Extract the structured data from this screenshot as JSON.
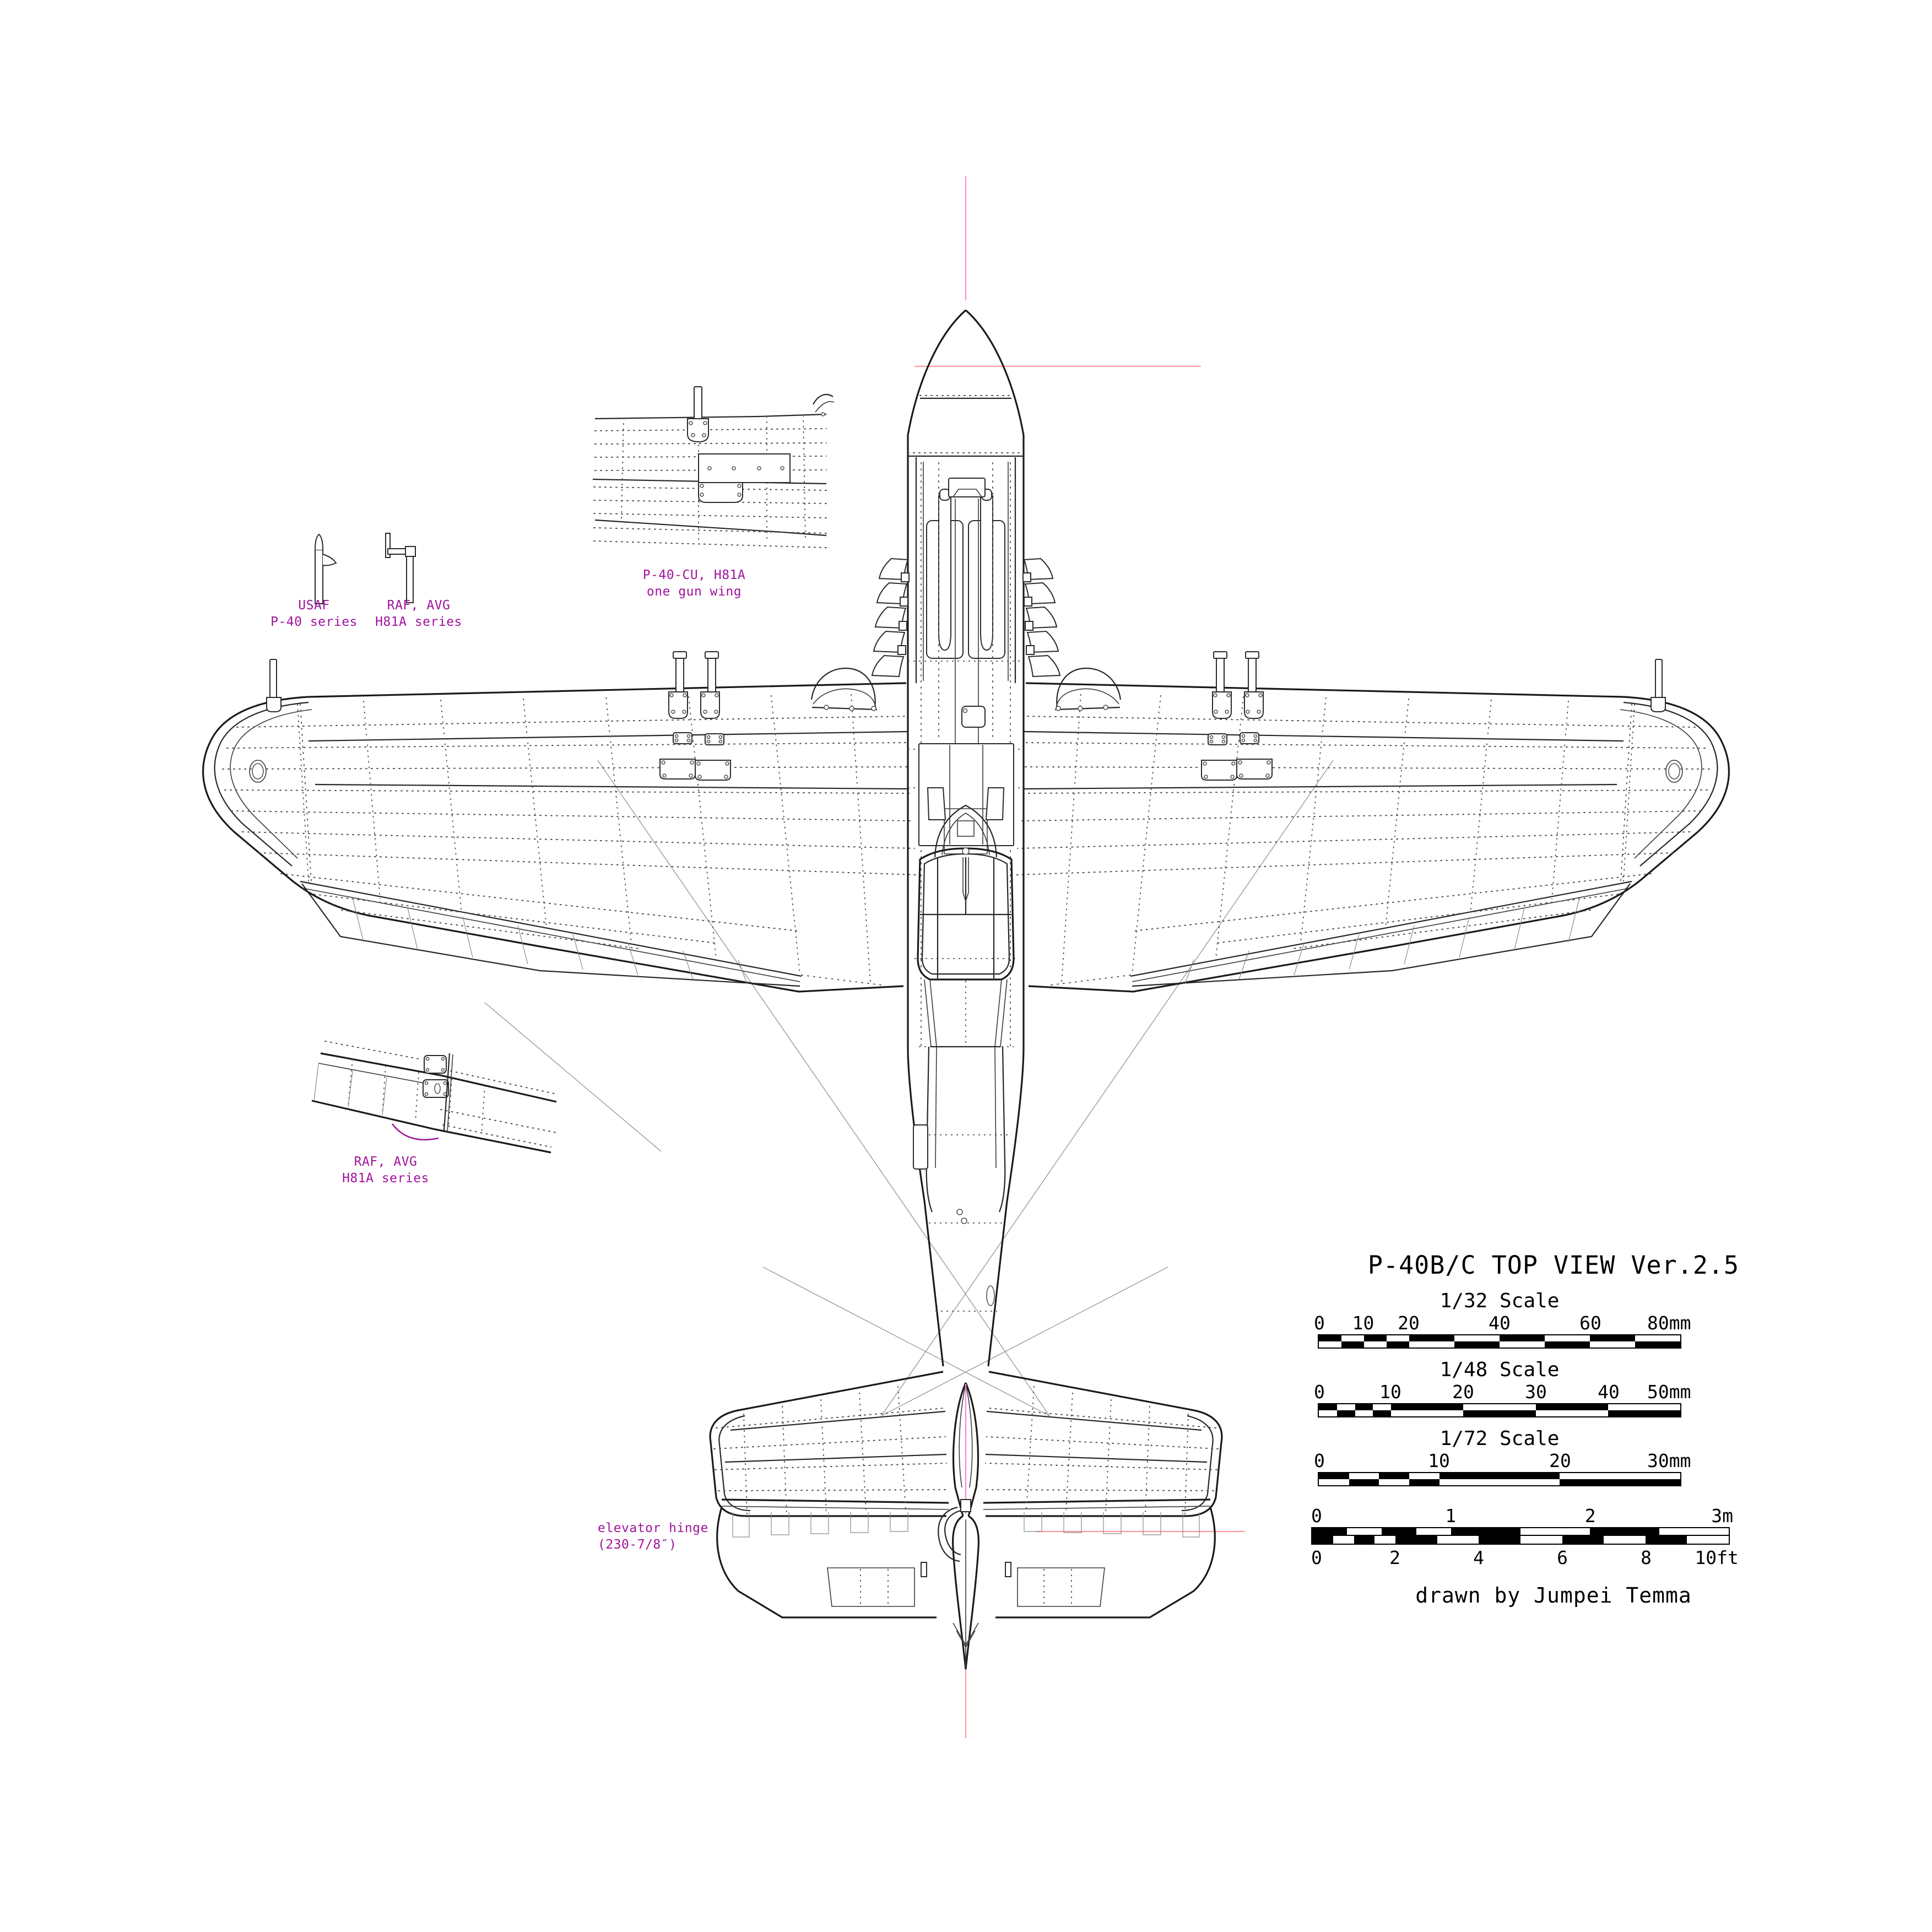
{
  "sheet": {
    "background": "#ffffff",
    "line_color": "#1a1a1a",
    "rivet_color": "#4a4a4a",
    "annotation_color": "#a0149b",
    "centerline_color": "#ff9a9a",
    "centerline_color_alt": "#ff86e0"
  },
  "title_block": {
    "title": "P-40B/C TOP VIEW Ver.2.5",
    "credit": "drawn by  Jumpei Temma",
    "scales": [
      {
        "name": "1/32 Scale",
        "unit": "mm",
        "max": 80,
        "ticks": [
          {
            "label": "0",
            "value": 0
          },
          {
            "label": "10",
            "value": 10
          },
          {
            "label": "20",
            "value": 20
          },
          {
            "label": "40",
            "value": 40
          },
          {
            "label": "60",
            "value": 60
          },
          {
            "label": "80mm",
            "value": 80
          }
        ],
        "fine_division": 5,
        "fine_until": 20,
        "coarse_division": 10
      },
      {
        "name": "1/48 Scale",
        "unit": "mm",
        "max": 50,
        "ticks": [
          {
            "label": "0",
            "value": 0
          },
          {
            "label": "10",
            "value": 10
          },
          {
            "label": "20",
            "value": 20
          },
          {
            "label": "30",
            "value": 30
          },
          {
            "label": "40",
            "value": 40
          },
          {
            "label": "50mm",
            "value": 50
          }
        ],
        "fine_division": 2.5,
        "fine_until": 10,
        "coarse_division": 10
      },
      {
        "name": "1/72 Scale",
        "unit": "mm",
        "max": 30,
        "ticks": [
          {
            "label": "0",
            "value": 0
          },
          {
            "label": "10",
            "value": 10
          },
          {
            "label": "20",
            "value": 20
          },
          {
            "label": "30mm",
            "value": 30
          }
        ],
        "fine_division": 2.5,
        "fine_until": 10,
        "coarse_division": 10
      }
    ],
    "dual_scale": {
      "metric": {
        "unit": "m",
        "max": 3,
        "ticks": [
          {
            "label": "0",
            "value": 0
          },
          {
            "label": "1",
            "value": 1
          },
          {
            "label": "2",
            "value": 2
          },
          {
            "label": "3m",
            "value": 3
          }
        ]
      },
      "imperial": {
        "unit": "ft",
        "max": 10,
        "ticks": [
          {
            "label": "0",
            "value": 0
          },
          {
            "label": "2",
            "value": 2
          },
          {
            "label": "4",
            "value": 4
          },
          {
            "label": "6",
            "value": 6
          },
          {
            "label": "8",
            "value": 8
          },
          {
            "label": "10ft",
            "value": 10
          }
        ]
      }
    }
  },
  "annotations": {
    "one_gun_wing": "P-40-CU, H81A\none gun wing",
    "pitot_usaf": "USAF\nP-40 series",
    "pitot_raf_avg": "RAF, AVG\nH81A series",
    "wing_detail_raf_avg": "RAF, AVG\nH81A series",
    "elevator_hinge": "elevator hinge\n(230-7/8″)"
  },
  "subject": {
    "aircraft": "P-40B/C",
    "view": "TOP VIEW",
    "version": "Ver.2.5"
  }
}
